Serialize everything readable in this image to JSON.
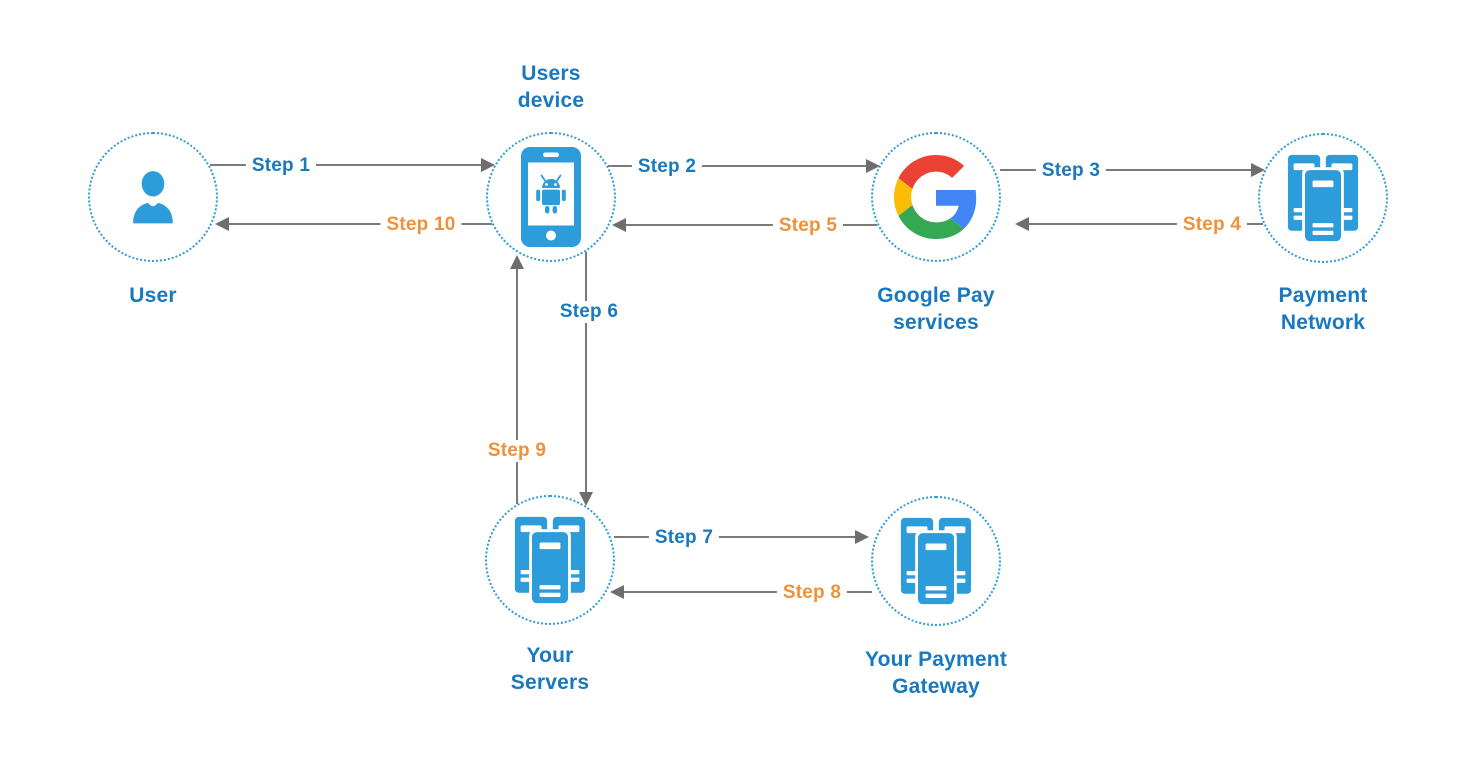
{
  "diagram": {
    "type": "flow-diagram",
    "colors": {
      "node_icon_blue": "#2D9CDB",
      "node_border_blue": "#2D9CDB",
      "label_blue": "#1879BE",
      "step_forward_blue": "#1879BE",
      "step_return_orange": "#F0913A",
      "arrow_gray": "#7A7A7A",
      "google_red": "#EA4335",
      "google_yellow": "#FBBC05",
      "google_green": "#34A853",
      "google_blue": "#4285F4"
    },
    "nodes": {
      "user": {
        "label": "User",
        "icon": "person-icon"
      },
      "device": {
        "label": "Users\ndevice",
        "icon": "android-phone-icon"
      },
      "google": {
        "label": "Google Pay\nservices",
        "icon": "google-g-icon"
      },
      "network": {
        "label": "Payment\nNetwork",
        "icon": "server-stack-icon"
      },
      "servers": {
        "label": "Your\nServers",
        "icon": "server-stack-icon"
      },
      "gateway": {
        "label": "Your Payment\nGateway",
        "icon": "server-stack-icon"
      }
    },
    "steps": {
      "step1": {
        "label": "Step 1",
        "from": "User",
        "to": "Users device",
        "color": "#1879BE"
      },
      "step2": {
        "label": "Step 2",
        "from": "Users device",
        "to": "Google Pay services",
        "color": "#1879BE"
      },
      "step3": {
        "label": "Step 3",
        "from": "Google Pay services",
        "to": "Payment Network",
        "color": "#1879BE"
      },
      "step4": {
        "label": "Step 4",
        "from": "Payment Network",
        "to": "Google Pay services",
        "color": "#F0913A"
      },
      "step5": {
        "label": "Step 5",
        "from": "Google Pay services",
        "to": "Users device",
        "color": "#F0913A"
      },
      "step6": {
        "label": "Step 6",
        "from": "Users device",
        "to": "Your Servers",
        "color": "#1879BE"
      },
      "step7": {
        "label": "Step 7",
        "from": "Your Servers",
        "to": "Your Payment Gateway",
        "color": "#1879BE"
      },
      "step8": {
        "label": "Step 8",
        "from": "Your Payment Gateway",
        "to": "Your Servers",
        "color": "#F0913A"
      },
      "step9": {
        "label": "Step 9",
        "from": "Your Servers",
        "to": "Users device",
        "color": "#F0913A"
      },
      "step10": {
        "label": "Step 10",
        "from": "Users device",
        "to": "User",
        "color": "#F0913A"
      }
    }
  }
}
